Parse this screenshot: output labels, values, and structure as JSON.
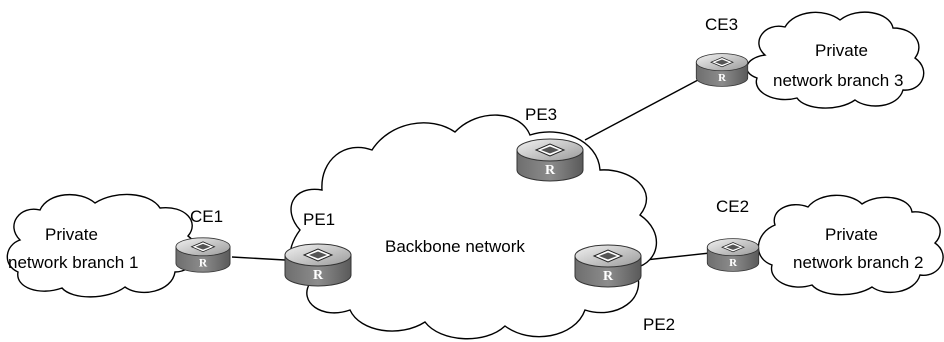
{
  "clouds": {
    "backbone": "Backbone network",
    "branch1": {
      "line1": "Private",
      "line2": "network branch 1"
    },
    "branch2": {
      "line1": "Private",
      "line2": "network branch 2"
    },
    "branch3": {
      "line1": "Private",
      "line2": "network branch 3"
    }
  },
  "routers": {
    "pe1": "PE1",
    "pe2": "PE2",
    "pe3": "PE3",
    "ce1": "CE1",
    "ce2": "CE2",
    "ce3": "CE3",
    "icon_letter": "R"
  },
  "icons": {
    "router": "router-icon"
  }
}
